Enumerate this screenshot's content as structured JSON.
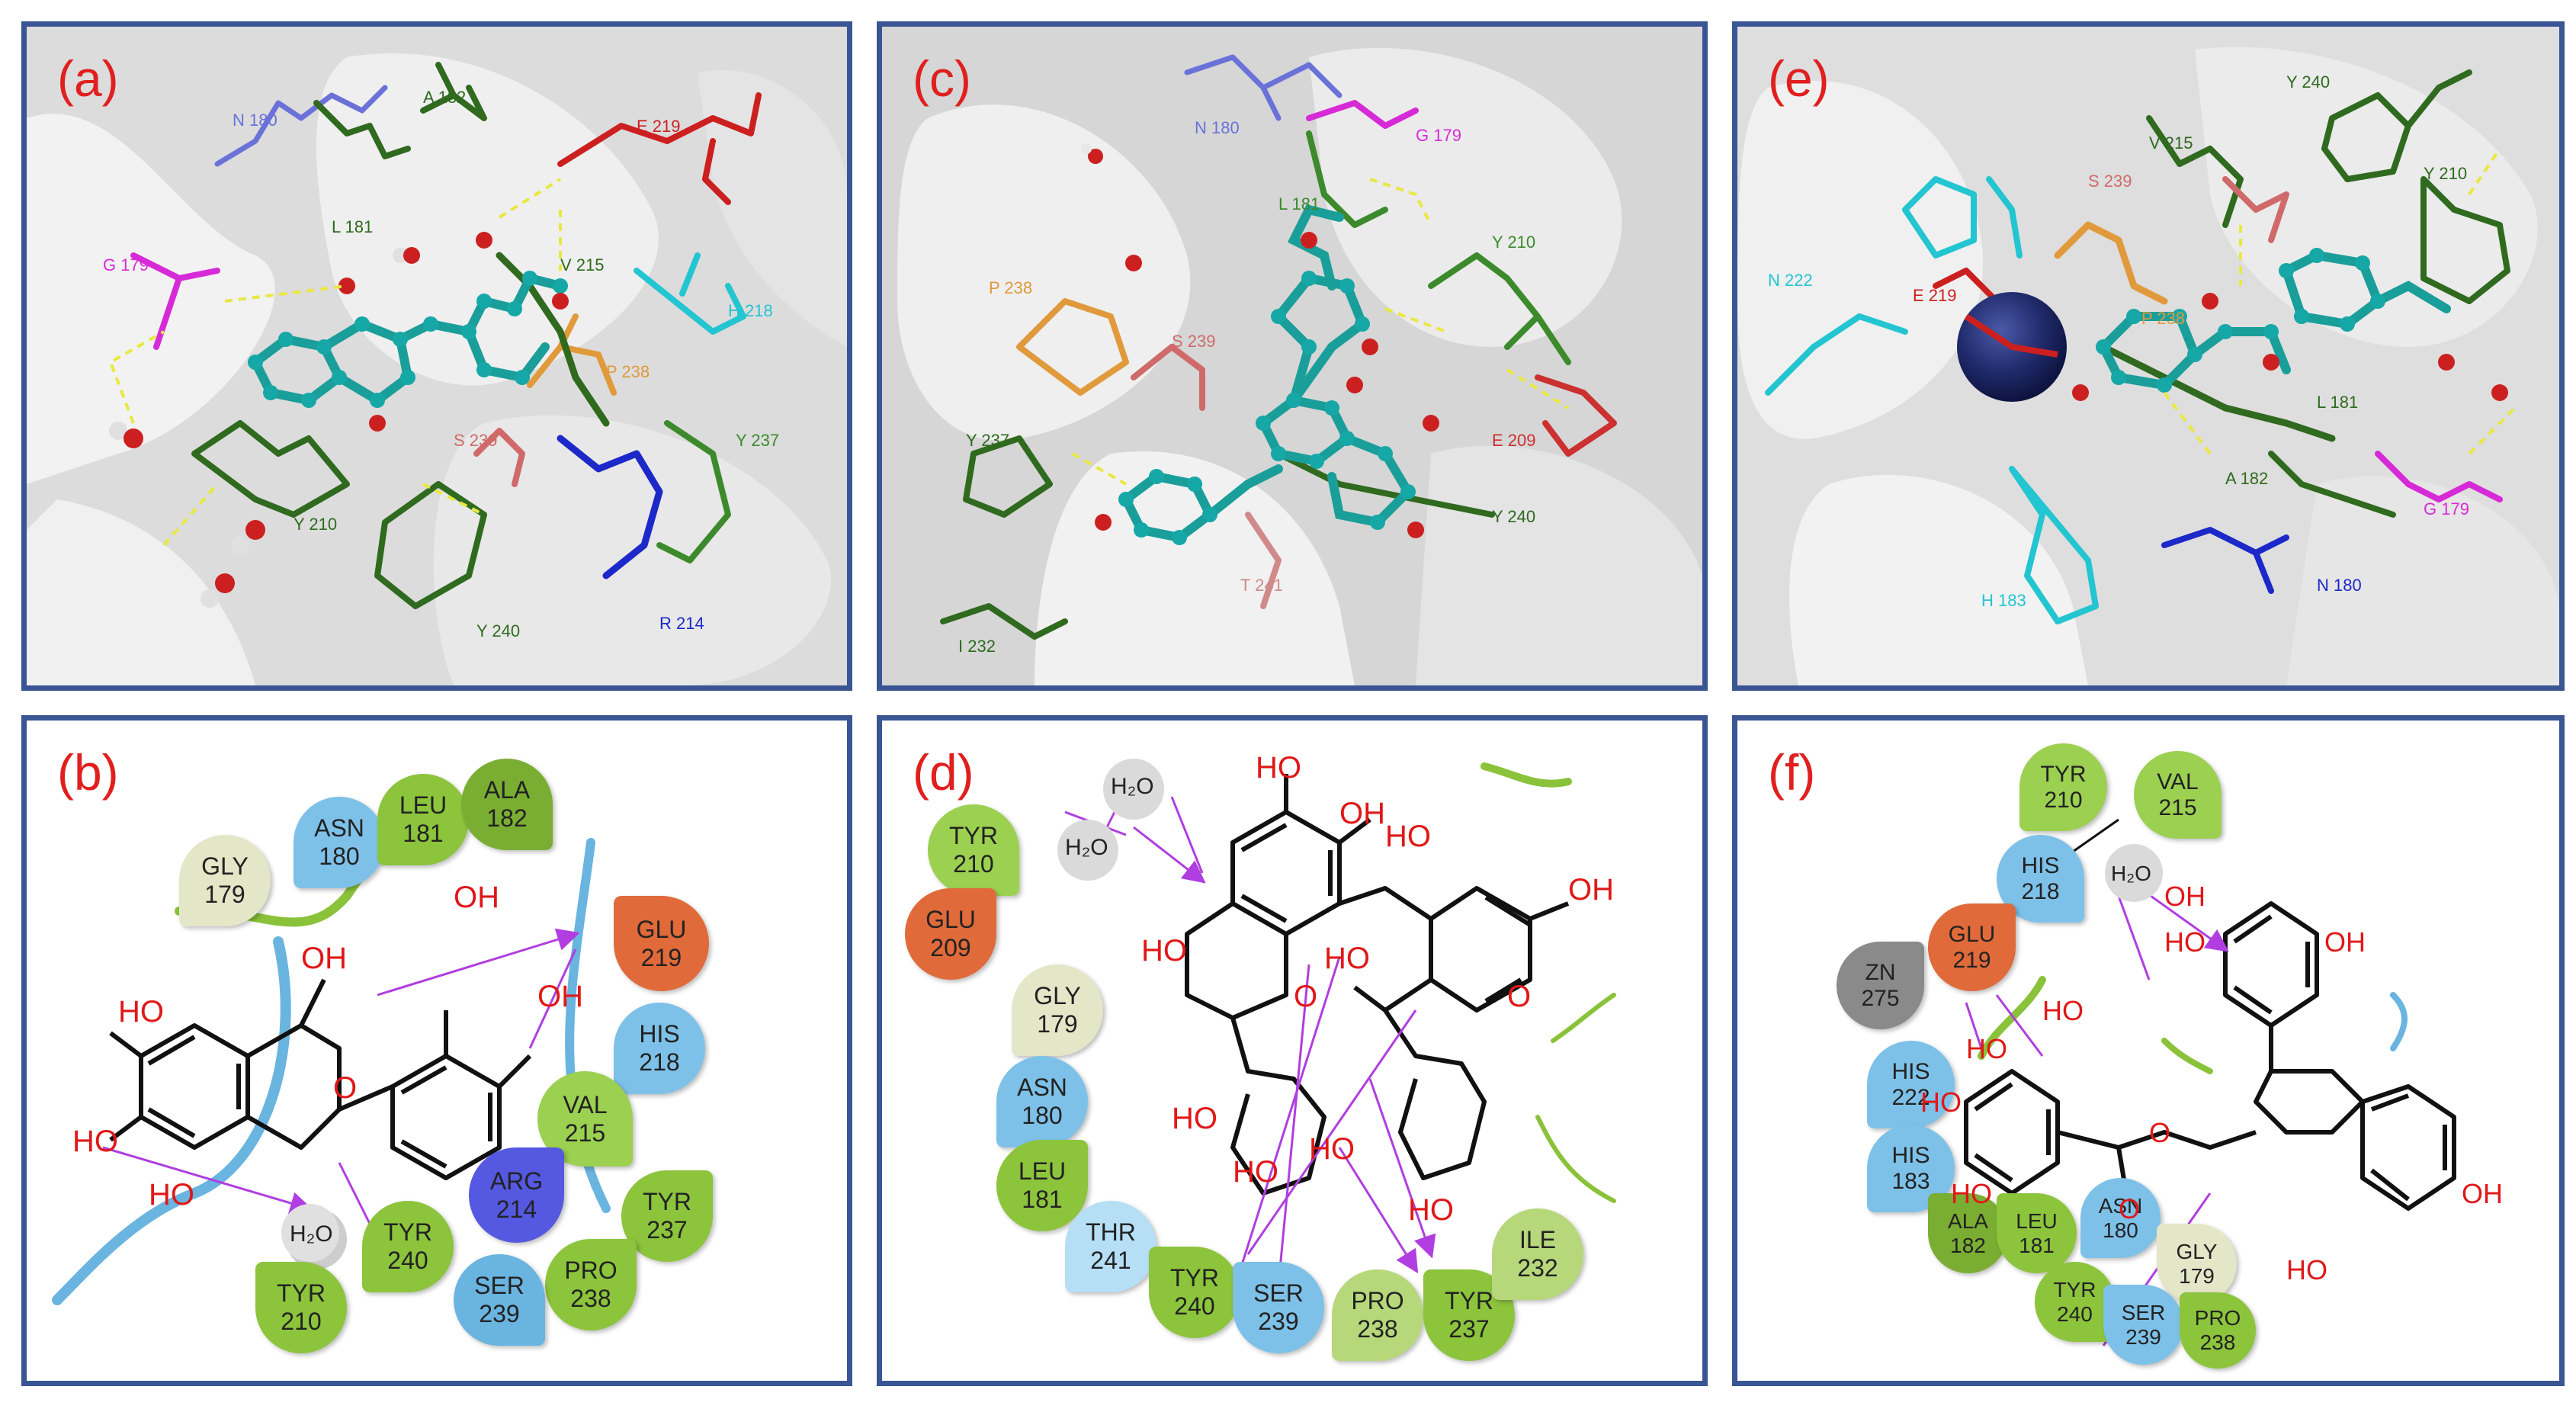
{
  "panels": [
    {
      "id": "a",
      "label": "(a)",
      "residues": [
        {
          "text": "N 180",
          "color": "#6a72d8"
        },
        {
          "text": "A 182",
          "color": "#2f6a1f"
        },
        {
          "text": "L 181",
          "color": "#2f6a1f"
        },
        {
          "text": "E 219",
          "color": "#cc2020"
        },
        {
          "text": "V 215",
          "color": "#2f6a1f"
        },
        {
          "text": "G 179",
          "color": "#d72ad7"
        },
        {
          "text": "H 218",
          "color": "#22c5d0"
        },
        {
          "text": "P 238",
          "color": "#e09a3b"
        },
        {
          "text": "S 239",
          "color": "#d06a6a"
        },
        {
          "text": "Y 237",
          "color": "#3c8a2c"
        },
        {
          "text": "Y 210",
          "color": "#2f6a1f"
        },
        {
          "text": "Y 240",
          "color": "#2f6a1f"
        },
        {
          "text": "R 214",
          "color": "#1c28c8"
        }
      ]
    },
    {
      "id": "c",
      "label": "(c)",
      "residues": [
        {
          "text": "N 180",
          "color": "#6a72d8"
        },
        {
          "text": "G 179",
          "color": "#d72ad7"
        },
        {
          "text": "L 181",
          "color": "#3c8a2c"
        },
        {
          "text": "Y 210",
          "color": "#3c8a2c"
        },
        {
          "text": "P 238",
          "color": "#e09a3b"
        },
        {
          "text": "S 239",
          "color": "#d06a6a"
        },
        {
          "text": "E 209",
          "color": "#cc3030"
        },
        {
          "text": "Y 237",
          "color": "#2f6a1f"
        },
        {
          "text": "Y 240",
          "color": "#2f6a1f"
        },
        {
          "text": "T 241",
          "color": "#d08a8a"
        },
        {
          "text": "I 232",
          "color": "#2f6a1f"
        }
      ]
    },
    {
      "id": "e",
      "label": "(e)",
      "residues": [
        {
          "text": "Y 240",
          "color": "#2f6a1f"
        },
        {
          "text": "V 215",
          "color": "#2f6a1f"
        },
        {
          "text": "S 239",
          "color": "#d06a6a"
        },
        {
          "text": "Y 210",
          "color": "#2f6a1f"
        },
        {
          "text": "N 222",
          "color": "#22c5d0"
        },
        {
          "text": "E 219",
          "color": "#cc2020"
        },
        {
          "text": "P 238",
          "color": "#e09a3b"
        },
        {
          "text": "L 181",
          "color": "#2f6a1f"
        },
        {
          "text": "A 182",
          "color": "#2f6a1f"
        },
        {
          "text": "G 179",
          "color": "#d72ad7"
        },
        {
          "text": "H 183",
          "color": "#22c5d0"
        },
        {
          "text": "N 180",
          "color": "#1c28c8"
        }
      ]
    },
    {
      "id": "b",
      "label": "(b)",
      "residues": [
        {
          "name": "GLY",
          "num": "179",
          "color": "#e4e6c8"
        },
        {
          "name": "ASN",
          "num": "180",
          "color": "#7ec1e8"
        },
        {
          "name": "LEU",
          "num": "181",
          "color": "#8cc43c"
        },
        {
          "name": "ALA",
          "num": "182",
          "color": "#7aae32"
        },
        {
          "name": "GLU",
          "num": "219",
          "color": "#e06a3a"
        },
        {
          "name": "HIS",
          "num": "218",
          "color": "#7ec1e8"
        },
        {
          "name": "VAL",
          "num": "215",
          "color": "#9cd050"
        },
        {
          "name": "ARG",
          "num": "214",
          "color": "#5558e0"
        },
        {
          "name": "TYR",
          "num": "237",
          "color": "#8cc43c"
        },
        {
          "name": "PRO",
          "num": "238",
          "color": "#8cc43c"
        },
        {
          "name": "SER",
          "num": "239",
          "color": "#6ab4e0"
        },
        {
          "name": "TYR",
          "num": "240",
          "color": "#8cc43c"
        },
        {
          "name": "TYR",
          "num": "210",
          "color": "#8cc43c"
        }
      ],
      "groups": [
        "HO",
        "HO",
        "OH",
        "OH",
        "OH",
        "HO",
        "O"
      ],
      "water": "H₂O"
    },
    {
      "id": "d",
      "label": "(d)",
      "residues": [
        {
          "name": "TYR",
          "num": "210",
          "color": "#9cd050"
        },
        {
          "name": "GLU",
          "num": "209",
          "color": "#e06a3a"
        },
        {
          "name": "GLY",
          "num": "179",
          "color": "#e4e6c8"
        },
        {
          "name": "ASN",
          "num": "180",
          "color": "#7ec1e8"
        },
        {
          "name": "LEU",
          "num": "181",
          "color": "#8cc43c"
        },
        {
          "name": "THR",
          "num": "241",
          "color": "#b6dff5"
        },
        {
          "name": "TYR",
          "num": "240",
          "color": "#8cc43c"
        },
        {
          "name": "SER",
          "num": "239",
          "color": "#7ec1e8"
        },
        {
          "name": "PRO",
          "num": "238",
          "color": "#b6d87a"
        },
        {
          "name": "TYR",
          "num": "237",
          "color": "#8cc43c"
        },
        {
          "name": "ILE",
          "num": "232",
          "color": "#b6d87a"
        }
      ],
      "groups": [
        "HO",
        "OH",
        "HO",
        "OH",
        "HO",
        "HO",
        "HO",
        "HO",
        "HO",
        "HO",
        "O",
        "O"
      ],
      "water": "H₂O"
    },
    {
      "id": "f",
      "label": "(f)",
      "residues": [
        {
          "name": "TYR",
          "num": "210",
          "color": "#9cd050"
        },
        {
          "name": "VAL",
          "num": "215",
          "color": "#9cd050"
        },
        {
          "name": "HIS",
          "num": "218",
          "color": "#7ec1e8"
        },
        {
          "name": "GLU",
          "num": "219",
          "color": "#e06a3a"
        },
        {
          "name": "ZN",
          "num": "275",
          "color": "#8a8a8a"
        },
        {
          "name": "HIS",
          "num": "222",
          "color": "#7ec1e8"
        },
        {
          "name": "HIS",
          "num": "183",
          "color": "#7ec1e8"
        },
        {
          "name": "ALA",
          "num": "182",
          "color": "#7aae32"
        },
        {
          "name": "LEU",
          "num": "181",
          "color": "#8cc43c"
        },
        {
          "name": "ASN",
          "num": "180",
          "color": "#7ec1e8"
        },
        {
          "name": "GLY",
          "num": "179",
          "color": "#e4e6c8"
        },
        {
          "name": "TYR",
          "num": "240",
          "color": "#8cc43c"
        },
        {
          "name": "SER",
          "num": "239",
          "color": "#7ec1e8"
        },
        {
          "name": "PRO",
          "num": "238",
          "color": "#8cc43c"
        }
      ],
      "groups": [
        "HO",
        "OH",
        "HO",
        "OH",
        "HO",
        "HO",
        "HO",
        "O",
        "O",
        "HO",
        "OH"
      ],
      "water": "H₂O"
    }
  ]
}
